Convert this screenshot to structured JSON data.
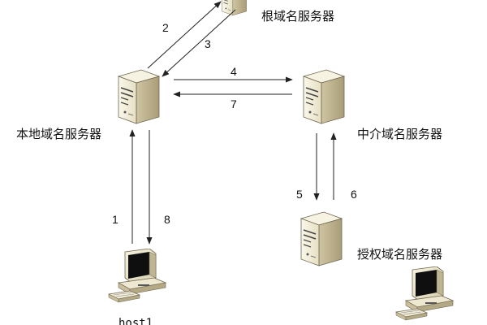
{
  "nodes": {
    "root_server": {
      "label": "根域名服务器",
      "icon": "server-icon"
    },
    "local_server": {
      "label": "本地域名服务器",
      "icon": "server-icon"
    },
    "middle_server": {
      "label": "中介域名服务器",
      "icon": "server-icon"
    },
    "auth_server": {
      "label": "授权域名服务器",
      "icon": "server-icon"
    },
    "host1": {
      "label": "host1",
      "icon": "computer-icon"
    },
    "host2": {
      "label": "",
      "icon": "computer-icon"
    }
  },
  "edges": {
    "e1": {
      "label": "1"
    },
    "e2": {
      "label": "2"
    },
    "e3": {
      "label": "3"
    },
    "e4": {
      "label": "4"
    },
    "e5": {
      "label": "5"
    },
    "e6": {
      "label": "6"
    },
    "e7": {
      "label": "7"
    },
    "e8": {
      "label": "8"
    }
  },
  "colors": {
    "server_light": "#f4efd9",
    "server_dark": "#b8ad88",
    "monitor_screen": "#0f0f0f",
    "line": "#222222"
  }
}
